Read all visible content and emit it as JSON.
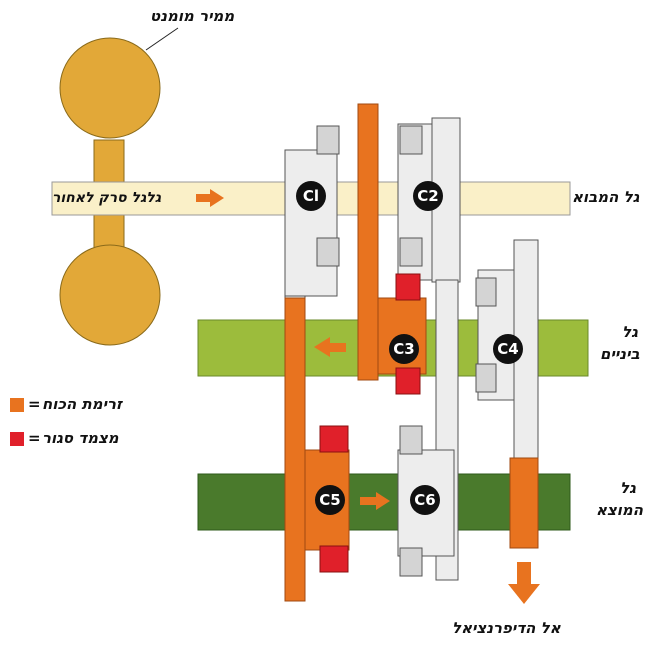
{
  "labels": {
    "torque_converter": "ממיר מומנט",
    "input_shaft": "גל המבוא",
    "intermediate_shaft_1": "גל",
    "intermediate_shaft_2": "ביניים",
    "output_shaft_1": "גל",
    "output_shaft_2": "המוצא",
    "reverse_freewheel": "גלגל סרק לאחור",
    "to_differential": "אל הדיפרנציאל"
  },
  "legend": [
    {
      "label": "זרימת הכוח",
      "color": "#e8731f"
    },
    {
      "label": "מצמד סגור",
      "color": "#e0202a"
    }
  ],
  "clutches": [
    "Cl",
    "C2",
    "C3",
    "C4",
    "C5",
    "C6"
  ],
  "colors": {
    "gold": "#e2a838",
    "power_flow": "#e8731f",
    "closed_clutch": "#e0202a",
    "input_shaft": "#faf0c8",
    "intermediate_shaft": "#9cbc3c",
    "output_shaft": "#4a7a2c",
    "housing": "#ededed",
    "grey_block": "#d4d4d4"
  }
}
